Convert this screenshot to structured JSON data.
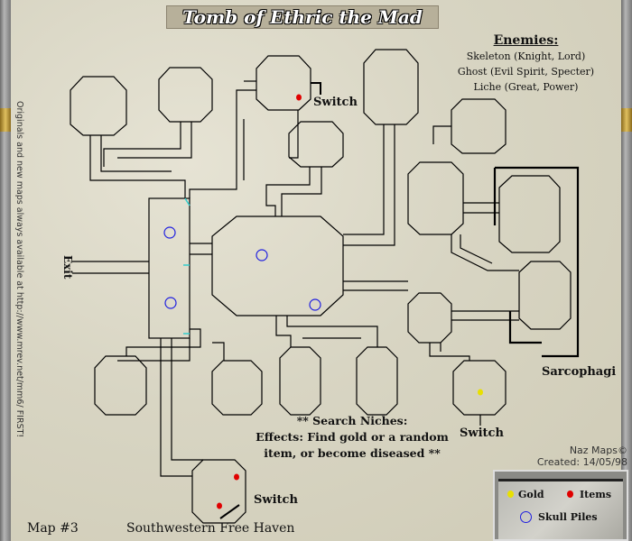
{
  "title": "Tomb of Ethric the Mad",
  "enemies": {
    "heading": "Enemies:",
    "list": [
      "Skeleton (Knight, Lord)",
      "Ghost (Evil Spirit, Specter)",
      "Liche (Great, Power)"
    ]
  },
  "labels": {
    "switch_top": "Switch",
    "switch_right": "Switch",
    "switch_bottom": "Switch",
    "exit": "Exit",
    "sarcophagi": "Sarcophagi"
  },
  "side_text": "Originals and new maps always available at http://www.mrev.net/mm6/ FIRST!",
  "niches": {
    "line1": "** Search Niches:",
    "line2": "Effects: Find gold or a random",
    "line3": "item, or become diseased   **"
  },
  "credit": {
    "author": "Naz Maps©",
    "created": "Created: 14/05/98"
  },
  "legend": {
    "gold": "Gold",
    "items": "Items",
    "skulls": "Skull Piles"
  },
  "footer": {
    "map_number": "Map #3",
    "location": "Southwestern Free Haven"
  },
  "colors": {
    "gold": "#e8e000",
    "items": "#e00000",
    "skull": "#2020e0",
    "wall": "#000000"
  }
}
